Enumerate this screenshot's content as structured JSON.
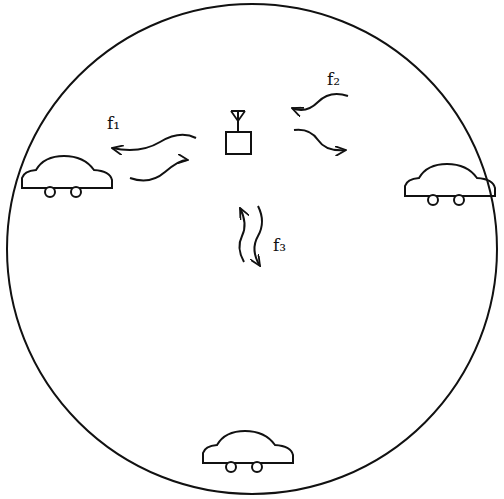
{
  "diagram": {
    "labels": [
      "f₁",
      "f₂",
      "f₃"
    ]
  }
}
